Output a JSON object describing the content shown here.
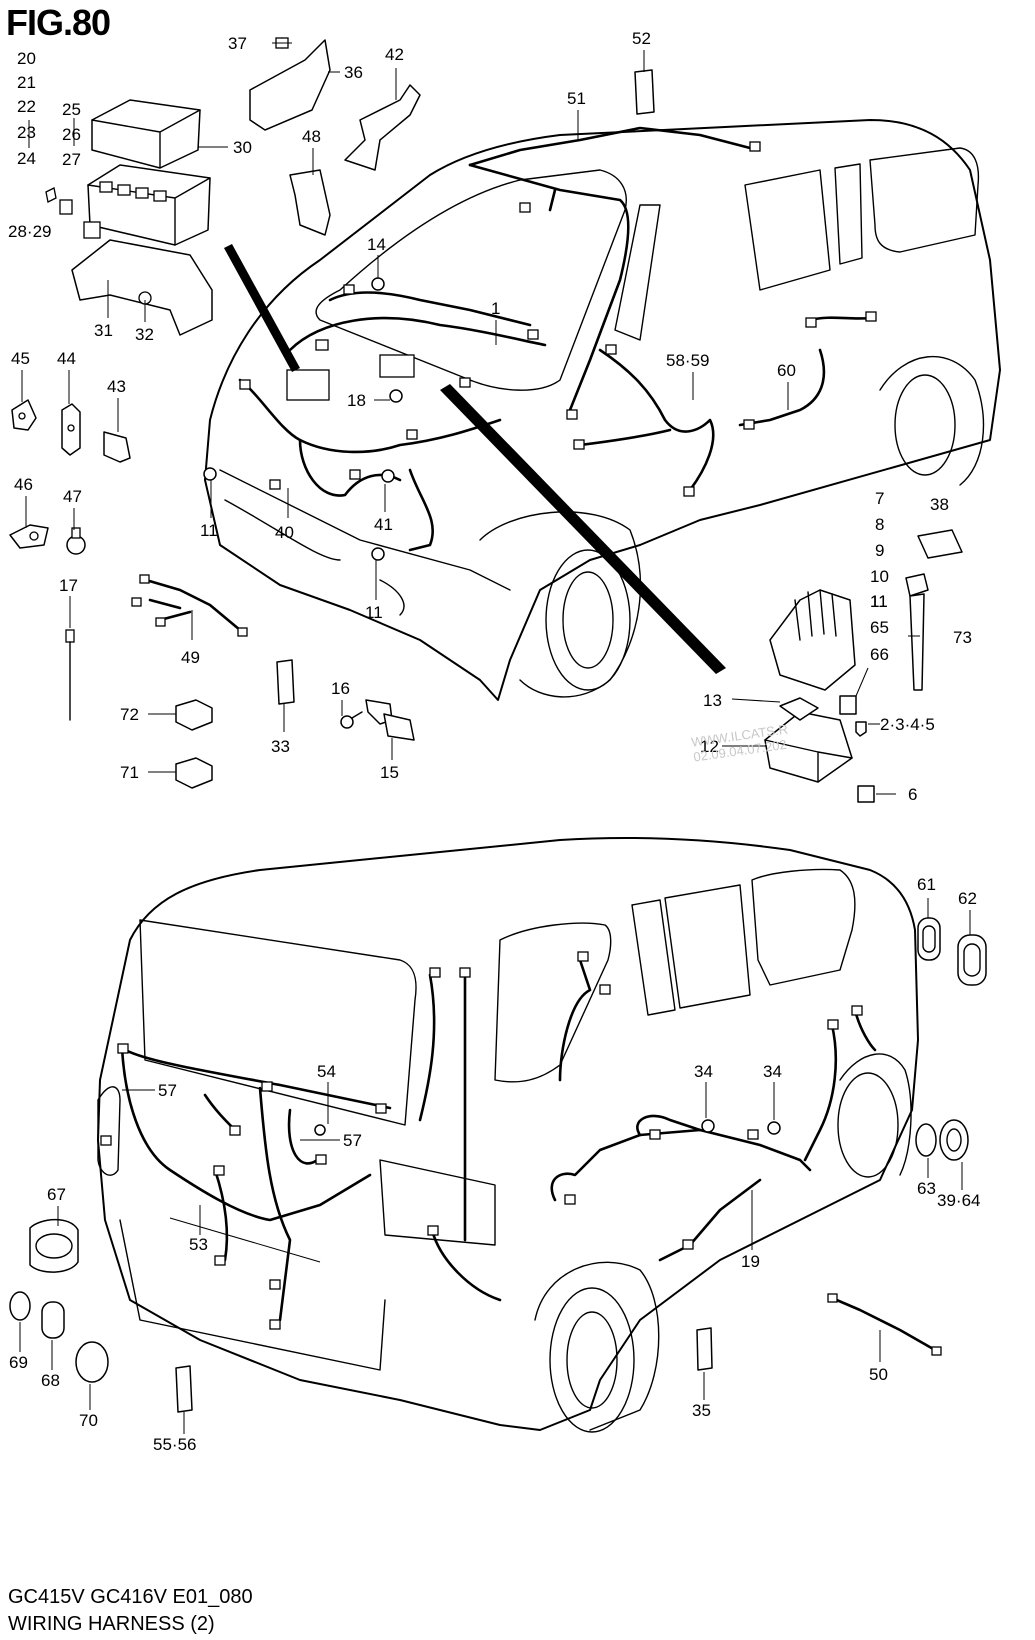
{
  "header": {
    "title": "FIG.80"
  },
  "footer": {
    "model_code": "GC415V GC416V E01_080",
    "name": "WIRING HARNESS (2)"
  },
  "watermark": {
    "line1": "WWW.ILCATS.R",
    "line2": "02.09.04.07.202"
  },
  "callouts": [
    "20",
    "21",
    "22",
    "23",
    "24",
    "25",
    "26",
    "27",
    "28·29",
    "30",
    "31",
    "32",
    "37",
    "36",
    "42",
    "48",
    "52",
    "51",
    "14",
    "1",
    "45",
    "44",
    "43",
    "46",
    "47",
    "17",
    "49",
    "18",
    "40",
    "41",
    "11",
    "11",
    "11",
    "58·59",
    "60",
    "7",
    "8",
    "9",
    "10",
    "11",
    "65",
    "66",
    "38",
    "73",
    "13",
    "12",
    "2·3·4·5",
    "6",
    "72",
    "71",
    "33",
    "16",
    "15",
    "61",
    "62",
    "54",
    "34",
    "34",
    "57",
    "57",
    "53",
    "67",
    "69",
    "68",
    "70",
    "55·56",
    "35",
    "63",
    "39·64",
    "19",
    "50"
  ]
}
